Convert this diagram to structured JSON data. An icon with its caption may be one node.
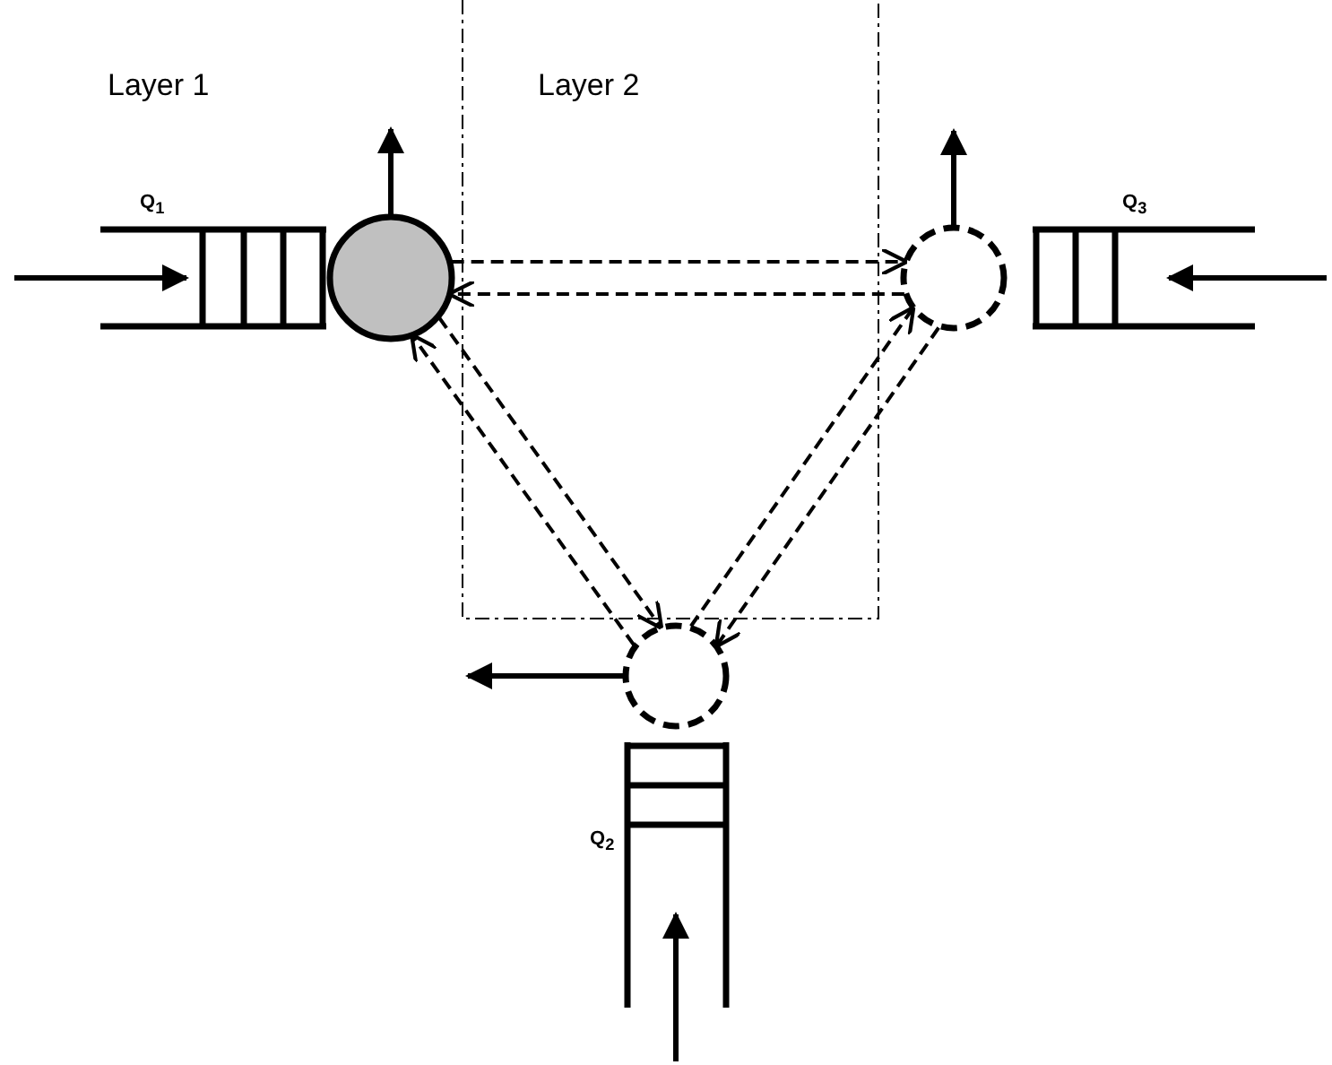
{
  "diagram": {
    "nodes": [
      {
        "text": [],
        "shape": "box",
        "beside": [
          "Q$_{1}$"
        ]
      },
      {
        "text": [],
        "shape": "circle"
      },
      {
        "text": [],
        "shape": "circle"
      },
      {
        "text": [],
        "shape": "box",
        "beside": [
          "Q$_{3}$"
        ]
      },
      {
        "text": [],
        "shape": "circle"
      },
      {
        "text": [],
        "shape": "box",
        "beside": [
          "Q$_{2}$"
        ]
      }
    ],
    "edges": [
      {
        "from": null,
        "to": 0,
        "arrow": "to"
      },
      {
        "from": 1,
        "to": null,
        "arrow": "to"
      },
      {
        "from": null,
        "to": 3,
        "arrow": "to"
      },
      {
        "from": 2,
        "to": null,
        "arrow": "to"
      },
      {
        "from": 4,
        "to": null,
        "arrow": "to"
      },
      {
        "from": null,
        "to": 5,
        "arrow": "to"
      },
      {
        "from": 1,
        "to": 2,
        "arrow": "to",
        "style": "dashed"
      },
      {
        "from": 2,
        "to": 1,
        "arrow": "to",
        "style": "dashed"
      },
      {
        "from": 1,
        "to": 4,
        "arrow": "to",
        "style": "dashed"
      },
      {
        "from": 4,
        "to": 1,
        "arrow": "to",
        "style": "dashed"
      },
      {
        "from": 4,
        "to": 2,
        "arrow": "to",
        "style": "dashed"
      },
      {
        "from": 2,
        "to": 4,
        "arrow": "to",
        "style": "dashed"
      }
    ],
    "labels": [
      "Layer 1",
      "Layer 2"
    ]
  }
}
